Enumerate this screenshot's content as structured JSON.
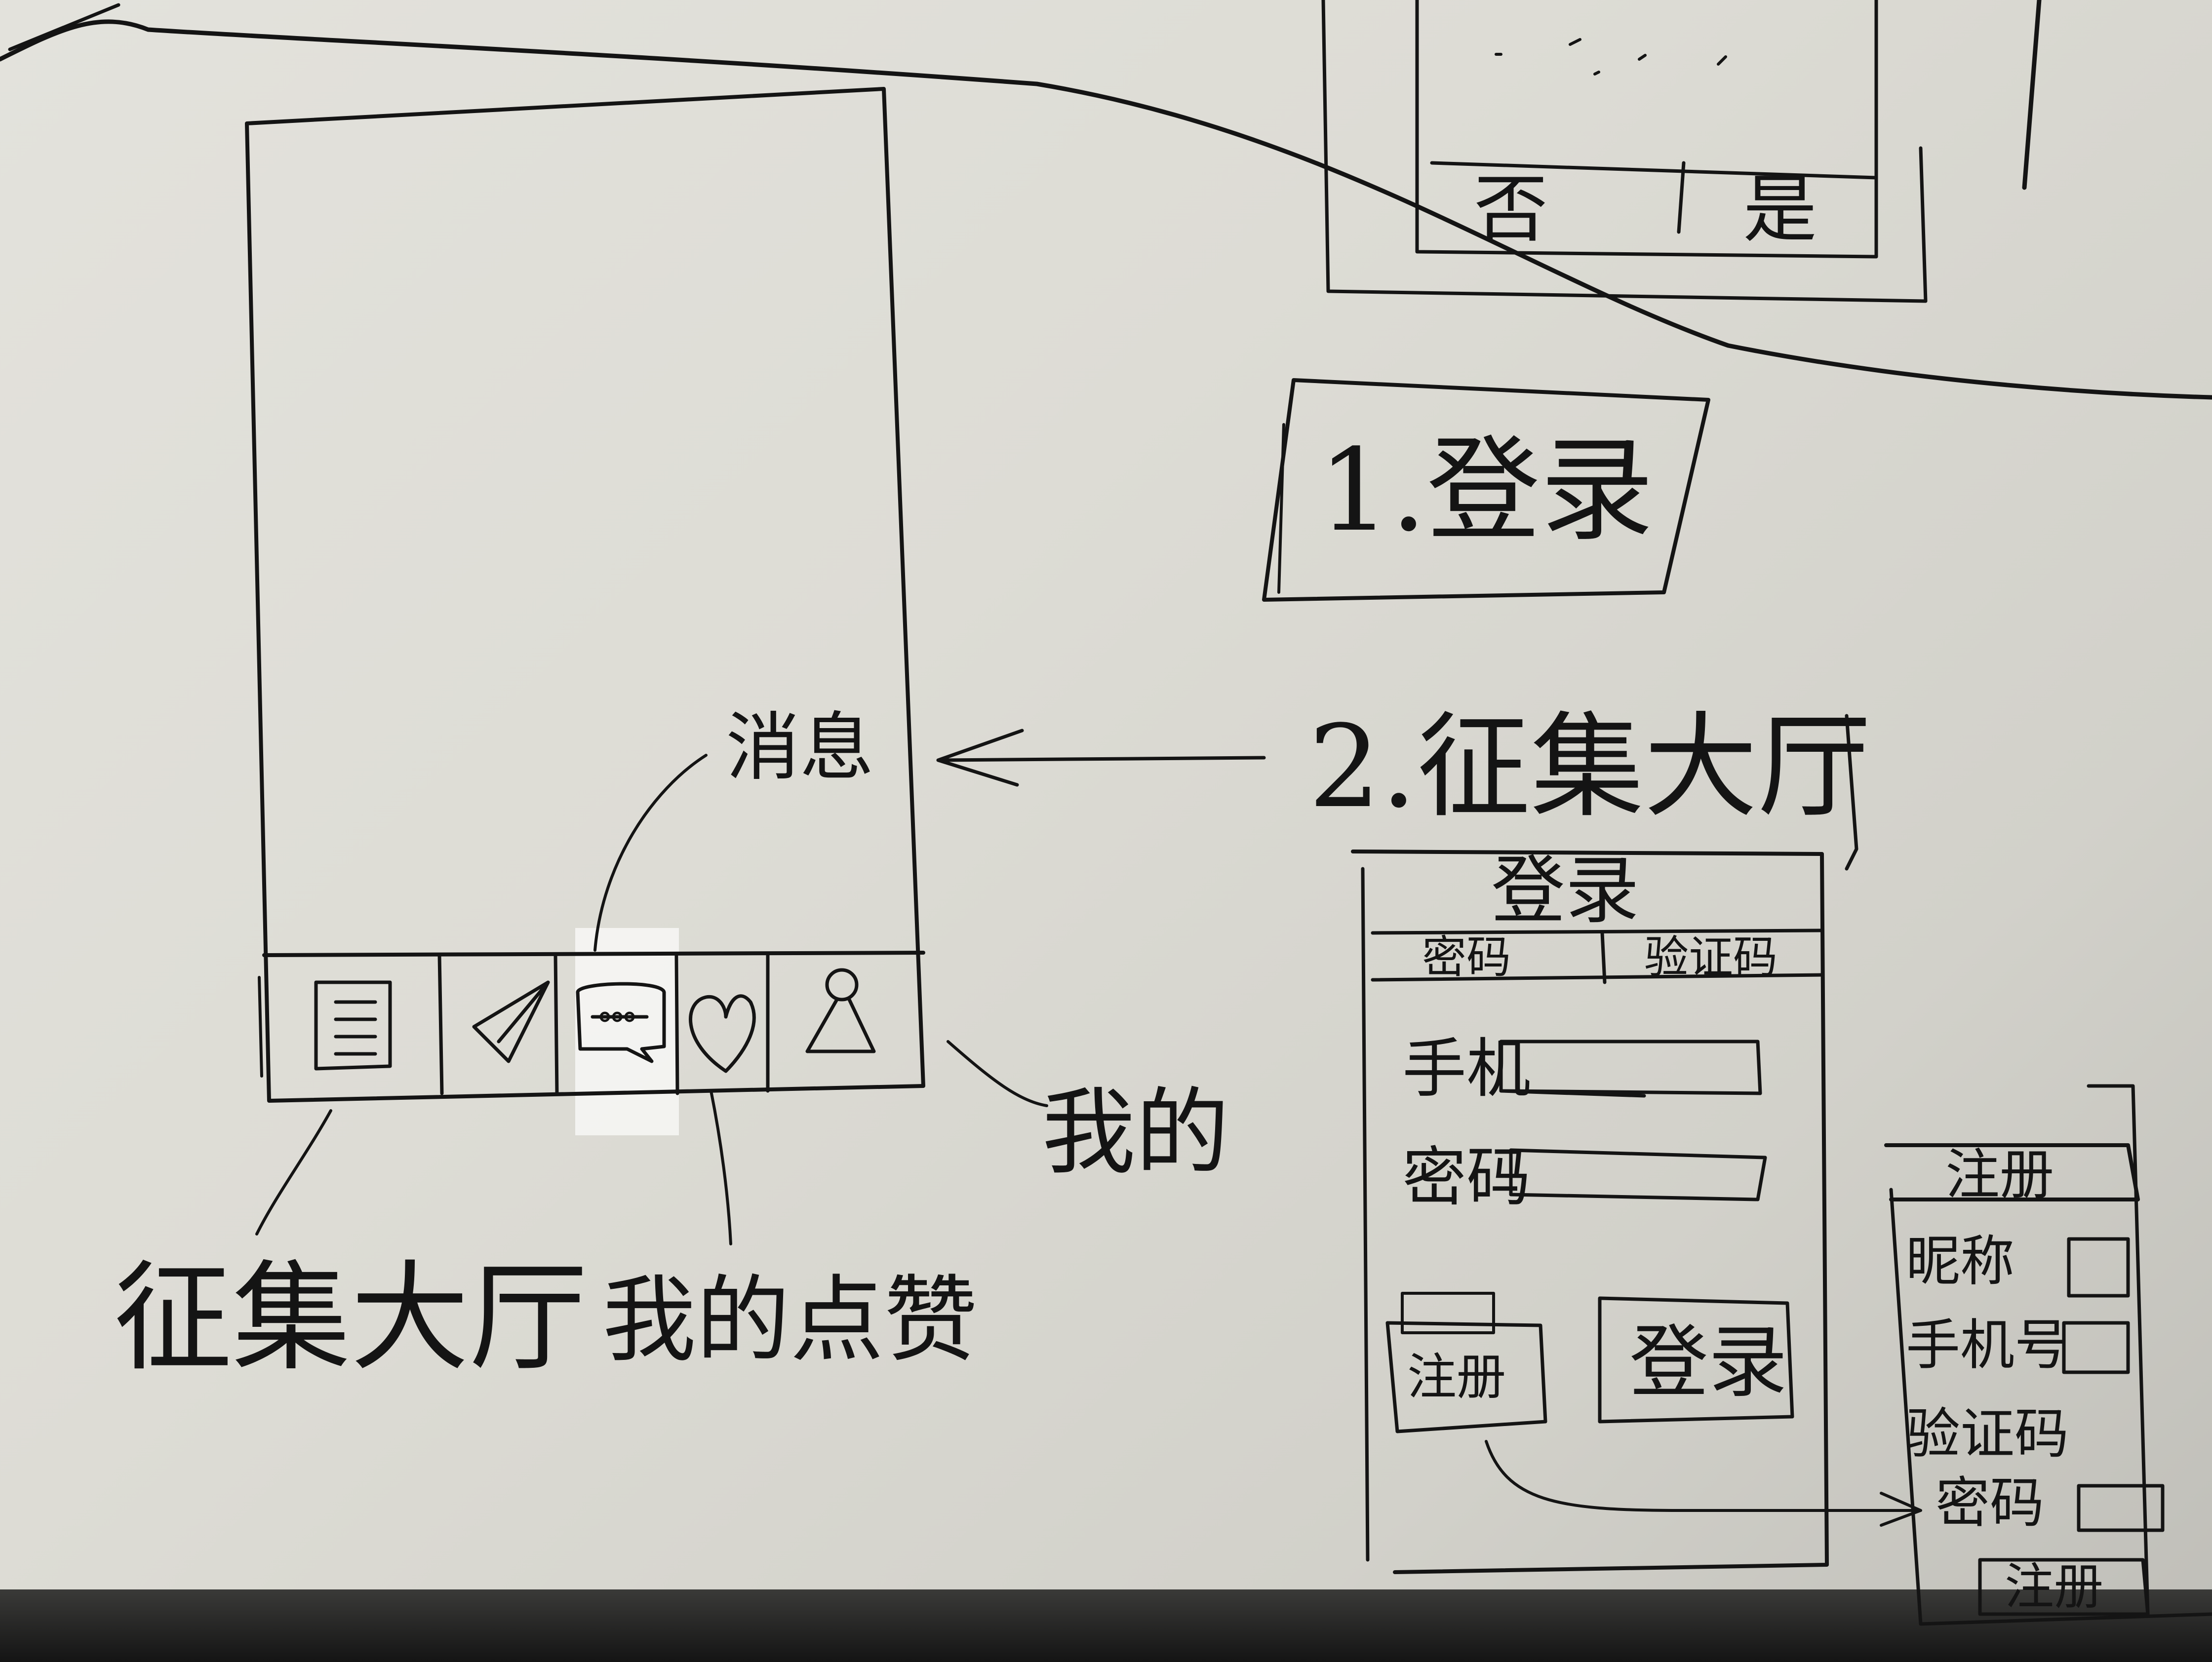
{
  "sketch": {
    "phone_screen": {
      "tab_bar": {
        "items": [
          {
            "id": "hall",
            "icon": "document-icon"
          },
          {
            "id": "send",
            "icon": "paper-plane-icon"
          },
          {
            "id": "message",
            "icon": "chat-bubble-icon"
          },
          {
            "id": "like",
            "icon": "heart-icon"
          },
          {
            "id": "profile",
            "icon": "person-icon"
          }
        ]
      }
    },
    "annotations": {
      "message": "消息",
      "mine": "我的",
      "hall": "征集大厅",
      "my_likes": "我的点赞"
    },
    "steps": {
      "login": "1.登录",
      "hall": "2.征集大厅"
    },
    "login_screen": {
      "title": "登录",
      "tabs": [
        "密码",
        "验证码"
      ],
      "fields": [
        {
          "label": "手机"
        },
        {
          "label": "密码"
        }
      ],
      "register_button": "注册",
      "login_button": "登录"
    },
    "register_screen": {
      "title": "注册",
      "fields": [
        {
          "label": "昵称"
        },
        {
          "label": "手机号"
        },
        {
          "label": "验证码"
        },
        {
          "label": "密码"
        }
      ],
      "submit_button": "注册"
    },
    "top_sketch": {
      "buttons": [
        "否",
        "是"
      ]
    }
  }
}
